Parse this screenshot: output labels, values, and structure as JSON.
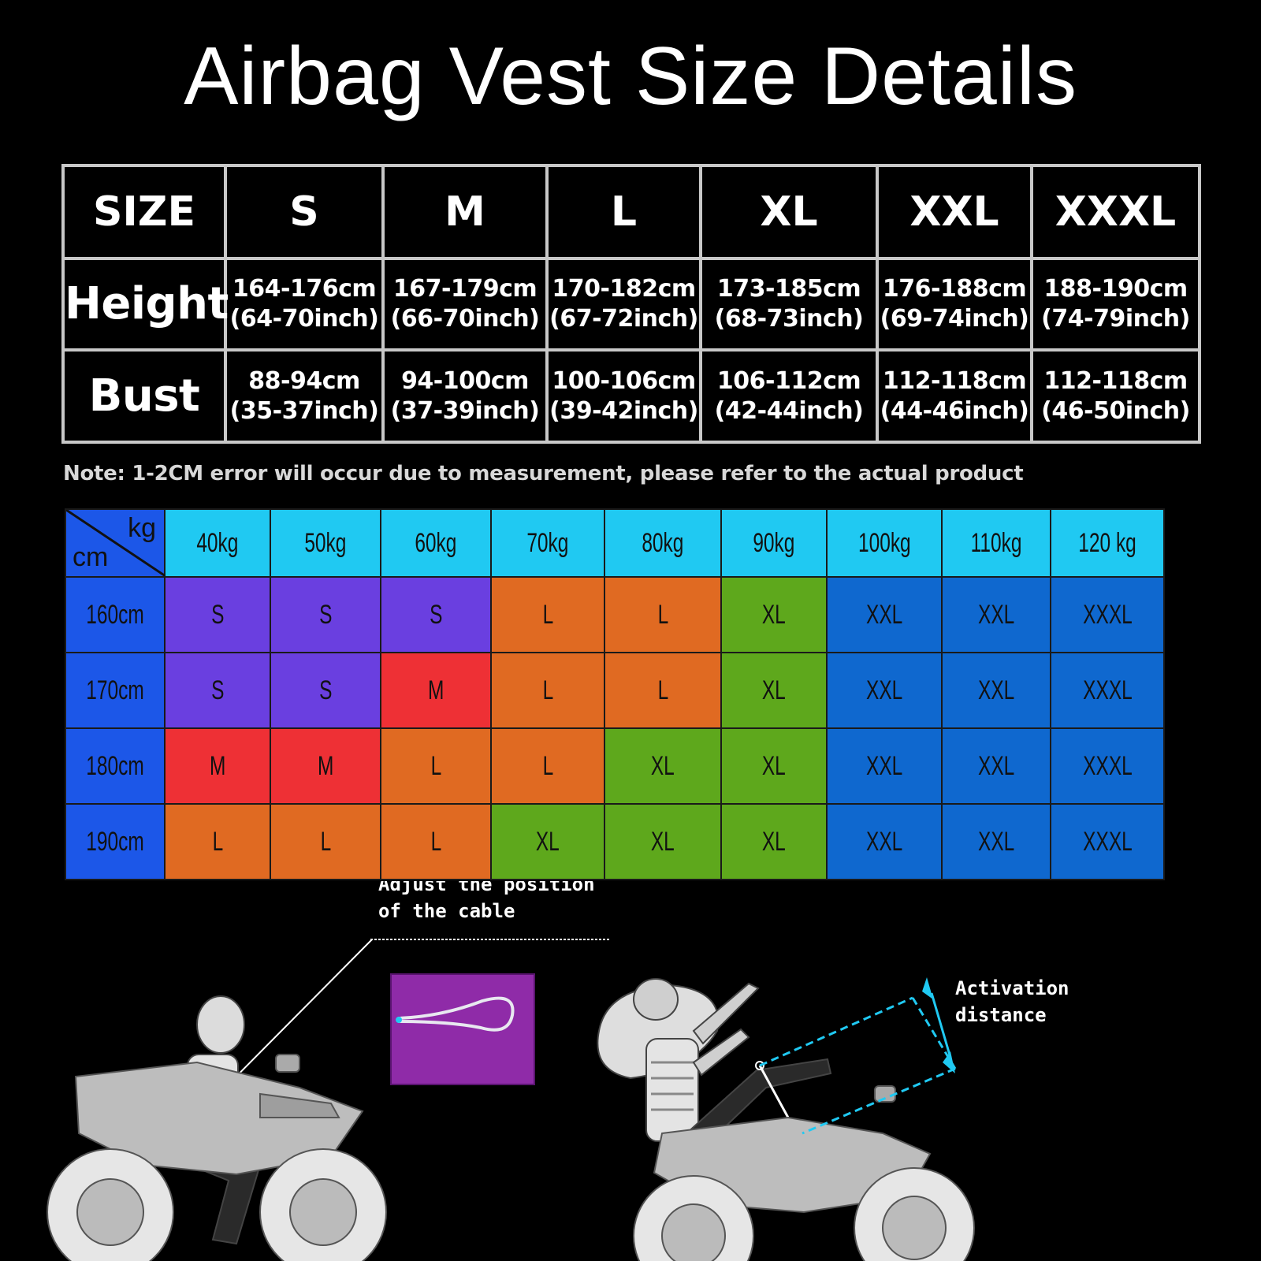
{
  "title": "Airbag Vest Size Details",
  "size_table": {
    "header": [
      "SIZE",
      "S",
      "M",
      "L",
      "XL",
      "XXL",
      "XXXL"
    ],
    "rows": [
      {
        "label": "Height",
        "values": [
          {
            "cm": "164-176cm",
            "inch": "(64-70inch)"
          },
          {
            "cm": "167-179cm",
            "inch": "(66-70inch)"
          },
          {
            "cm": "170-182cm",
            "inch": "(67-72inch)"
          },
          {
            "cm": "173-185cm",
            "inch": "(68-73inch)"
          },
          {
            "cm": "176-188cm",
            "inch": "(69-74inch)"
          },
          {
            "cm": "188-190cm",
            "inch": "(74-79inch)"
          }
        ]
      },
      {
        "label": "Bust",
        "values": [
          {
            "cm": "88-94cm",
            "inch": "(35-37inch)"
          },
          {
            "cm": "94-100cm",
            "inch": "(37-39inch)"
          },
          {
            "cm": "100-106cm",
            "inch": "(39-42inch)"
          },
          {
            "cm": "106-112cm",
            "inch": "(42-44inch)"
          },
          {
            "cm": "112-118cm",
            "inch": "(44-46inch)"
          },
          {
            "cm": "112-118cm",
            "inch": "(46-50inch)"
          }
        ]
      }
    ]
  },
  "note": "Note: 1-2CM error will occur due to measurement, please refer to the actual product",
  "fit_chart": {
    "corner_kg": "kg",
    "corner_cm": "cm",
    "weights": [
      "40kg",
      "50kg",
      "60kg",
      "70kg",
      "80kg",
      "90kg",
      "100kg",
      "110kg",
      "120 kg"
    ],
    "rows": [
      {
        "height": "160cm",
        "sizes": [
          "S",
          "S",
          "S",
          "L",
          "L",
          "XL",
          "XXL",
          "XXL",
          "XXXL"
        ]
      },
      {
        "height": "170cm",
        "sizes": [
          "S",
          "S",
          "M",
          "L",
          "L",
          "XL",
          "XXL",
          "XXL",
          "XXXL"
        ]
      },
      {
        "height": "180cm",
        "sizes": [
          "M",
          "M",
          "L",
          "L",
          "XL",
          "XL",
          "XXL",
          "XXL",
          "XXXL"
        ]
      },
      {
        "height": "190cm",
        "sizes": [
          "L",
          "L",
          "L",
          "XL",
          "XL",
          "XL",
          "XXL",
          "XXL",
          "XXXL"
        ]
      }
    ],
    "size_colors": {
      "S": "#6a3fe0",
      "M": "#ee3035",
      "L": "#e06a22",
      "XL": "#5ea81c",
      "XXL": "#0f68cf",
      "XXXL": "#0f68cf"
    },
    "header_color": "#20c9f2",
    "height_label_color": "#1c57e8"
  },
  "illustration": {
    "cable_label_line1": "Adjust the position",
    "cable_label_line2": "of the cable",
    "activation_label_line1": "Activation",
    "activation_label_line2": "distance"
  }
}
